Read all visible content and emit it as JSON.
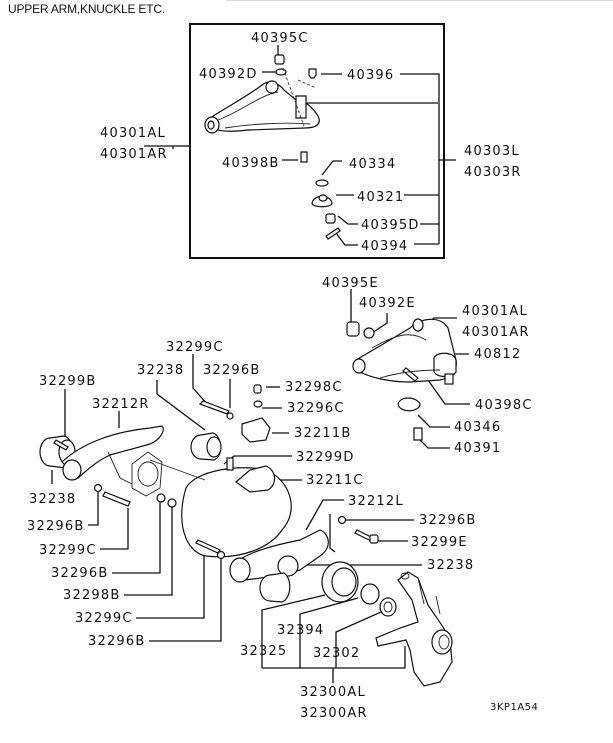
{
  "title": "UPPER ARM,KNUCKLE ETC.",
  "diagram_code": "3KP1A54",
  "upper_box": {
    "labels": [
      "40395C",
      "40392D",
      "40396",
      "40301AL",
      "40301AR",
      "40398B",
      "40334",
      "40303L",
      "40303R",
      "40321",
      "40395D",
      "40394"
    ]
  },
  "upper_right": {
    "labels": [
      "40395E",
      "40392E",
      "40301AL",
      "40301AR",
      "40812",
      "40398C",
      "40346",
      "40391"
    ]
  },
  "left_group": {
    "labels": [
      "32299C",
      "32238",
      "32296B",
      "32299B",
      "32212R",
      "32298C",
      "32296C",
      "32211B",
      "32299D",
      "32238",
      "32211C",
      "32296B",
      "32299C",
      "32296B",
      "32298B",
      "32299C",
      "32296B"
    ]
  },
  "right_group": {
    "labels": [
      "32212L",
      "32296B",
      "32299E",
      "32238"
    ]
  },
  "knuckle": {
    "labels": [
      "32394",
      "32325",
      "32302",
      "32300AL",
      "32300AR"
    ]
  }
}
